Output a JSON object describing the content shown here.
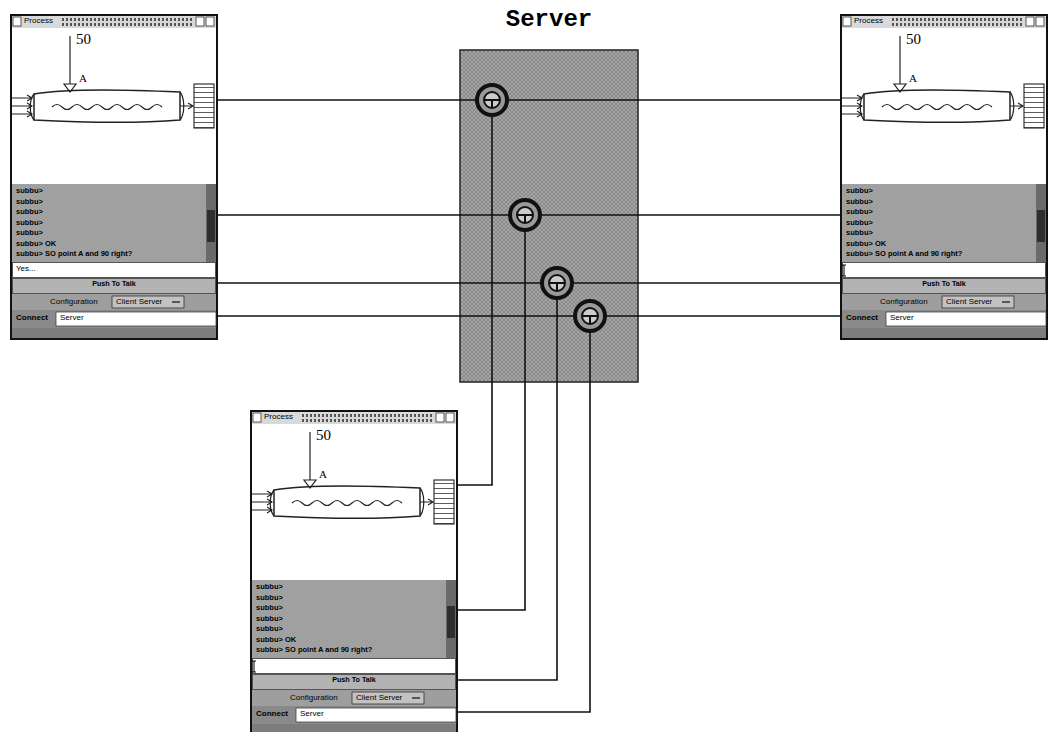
{
  "diagram": {
    "nodes": [
      {
        "text": [
          "Server"
        ]
      },
      {
        "text": [
          "Process"
        ]
      },
      {
        "text": [
          "50",
          "A"
        ],
        "in": 1
      },
      {
        "text": [
          "subbu>",
          "subbu>",
          "subbu>",
          "subbu>",
          "subbu>",
          "subbu> OK",
          "subbu> SO point A and 90 right?"
        ],
        "in": 1
      },
      {
        "text": [
          "Yes..."
        ],
        "in": 1
      },
      {
        "text": [
          "Push To Talk"
        ],
        "in": 1
      },
      {
        "text": [
          "Configuration",
          "Client Server"
        ],
        "in": 1
      },
      {
        "text": [
          "Connect",
          "Server"
        ],
        "in": 1
      },
      {
        "text": [
          "Process"
        ]
      },
      {
        "text": [
          "50",
          "A"
        ],
        "in": 8
      },
      {
        "text": [
          "subbu>",
          "subbu>",
          "subbu>",
          "subbu>",
          "subbu>",
          "subbu> OK",
          "subbu> SO point A and 90 right?"
        ],
        "in": 8
      },
      {
        "text": [
          "Push To Talk"
        ],
        "in": 8
      },
      {
        "text": [
          "Configuration",
          "Client Server"
        ],
        "in": 8
      },
      {
        "text": [
          "Connect",
          "Server"
        ],
        "in": 8
      },
      {
        "text": [
          "Process"
        ]
      },
      {
        "text": [
          "50",
          "A"
        ],
        "in": 14
      },
      {
        "text": [
          "subbu>",
          "subbu>",
          "subbu>",
          "subbu>",
          "subbu>",
          "subbu> OK",
          "subbu> SO point A and 90 right?"
        ],
        "in": 14
      },
      {
        "text": [
          "Push To Talk"
        ],
        "in": 14
      },
      {
        "text": [
          "Configuration",
          "Client Server"
        ],
        "in": 14
      },
      {
        "text": [
          "Connect",
          "Server"
        ],
        "in": 14
      }
    ],
    "edges": [
      {
        "from": 2,
        "to": 0,
        "arrow": "none"
      },
      {
        "from": 0,
        "to": 9,
        "arrow": "none"
      },
      {
        "from": 0,
        "to": 15,
        "arrow": "none"
      },
      {
        "from": 3,
        "to": 0,
        "arrow": "none"
      },
      {
        "from": 0,
        "to": 10,
        "arrow": "none"
      },
      {
        "from": 0,
        "to": 16,
        "arrow": "none"
      },
      {
        "from": 5,
        "to": 0,
        "arrow": "none"
      },
      {
        "from": 0,
        "to": 11,
        "arrow": "none"
      },
      {
        "from": 0,
        "to": 17,
        "arrow": "none"
      },
      {
        "from": 7,
        "to": 0,
        "arrow": "none"
      },
      {
        "from": 0,
        "to": 13,
        "arrow": "none"
      },
      {
        "from": 0,
        "to": 19,
        "arrow": "none"
      }
    ]
  }
}
